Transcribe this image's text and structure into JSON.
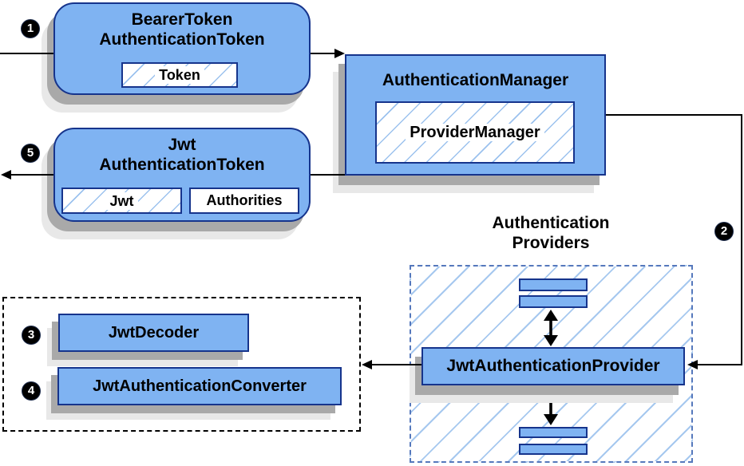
{
  "diagram": {
    "badges": {
      "step1": "1",
      "step2": "2",
      "step3": "3",
      "step4": "4",
      "step5": "5"
    },
    "bearer_token_box": {
      "title_line1": "BearerToken",
      "title_line2": "AuthenticationToken",
      "token_field": "Token"
    },
    "authentication_manager_box": {
      "title": "AuthenticationManager",
      "provider_manager": "ProviderManager"
    },
    "jwt_token_box": {
      "title_line1": "Jwt",
      "title_line2": "AuthenticationToken",
      "jwt_field": "Jwt",
      "authorities_field": "Authorities"
    },
    "providers_group": {
      "label_line1": "Authentication",
      "label_line2": "Providers",
      "provider_box": "JwtAuthenticationProvider"
    },
    "decoder_group": {
      "decoder_box": "JwtDecoder",
      "converter_box": "JwtAuthenticationConverter"
    },
    "colors": {
      "node_fill": "#7FB3F2",
      "node_border": "#16348C",
      "hatch_line": "#9CC2EE",
      "providers_group_border": "#5578BC",
      "decoder_group_border": "#000000",
      "shadow_dark": "#A9A9A9",
      "shadow_light": "#E8E8E8",
      "arrow": "#000000",
      "badge_background": "#000000",
      "badge_number": "#FFFFFF"
    }
  }
}
